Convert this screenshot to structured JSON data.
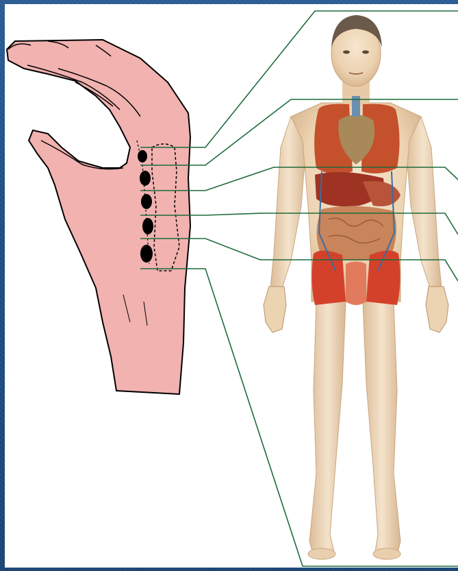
{
  "diagram": {
    "type": "wrist pulse points mapped to body regions",
    "background_color": "#1f4f86",
    "panel_color": "#ffffff",
    "hand_color": "#f1b2b0",
    "skin_color": "#efd7b8",
    "organ_color": "#c4502c",
    "connector_color": "#1b6b3a",
    "pulse_point_count": 5,
    "connector_count": 6
  }
}
